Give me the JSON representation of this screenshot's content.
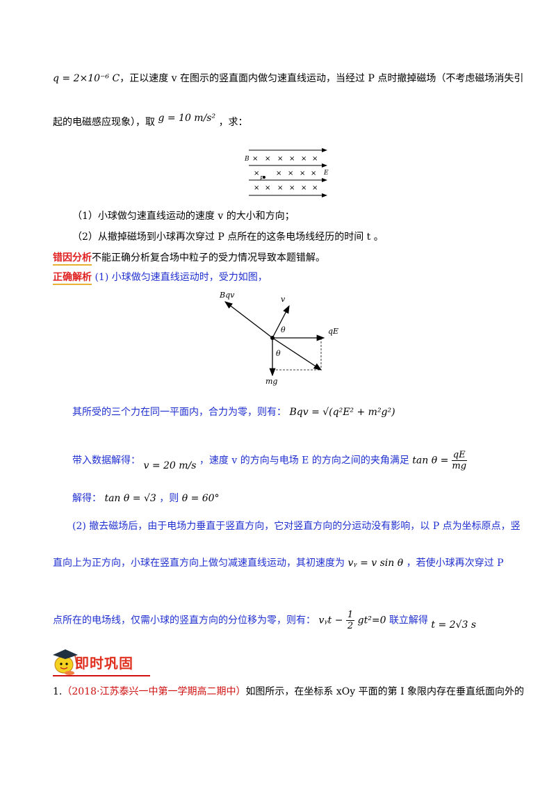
{
  "problem": {
    "line1_formula": "q = 2×10⁻⁶ C",
    "line1_text": "，正以速度 v 在图示的竖直面内做匀速直线运动，当经过 P 点时撤掉磁场（不考虑磁场消失引",
    "line2_text_a": "起的电磁感应现象），取",
    "line2_formula": "g = 10 m/s²",
    "line2_text_b": "，求：",
    "q1": "（1）小球做匀速直线运动的速度 v 的大小和方向；",
    "q2": "（2）从撤掉磁场到小球再次穿过 P 点所在的这条电场线经历的时间 t 。"
  },
  "field_diagram": {
    "label_b": "B",
    "label_e": "E",
    "label_p": "P",
    "cross": "×"
  },
  "error_analysis": {
    "heading": "错因分析",
    "text": "不能正确分析复合场中粒子的受力情况导致本题错解。"
  },
  "correct_solution": {
    "heading": "正确解析",
    "intro": "(1) 小球做匀速直线运动时，受力如图，",
    "force_labels": {
      "bqv": "Bqv",
      "v": "v",
      "qe": "qE",
      "mg": "mg",
      "theta1": "θ",
      "theta2": "θ"
    },
    "s1_text": "其所受的三个力在同一平面内，合力为零，则有：",
    "s1_formula": "Bqv = √(q²E² + m²g²)",
    "s2_text_a": "带入数据解得：",
    "s2_formula_a": "v = 20 m/s",
    "s2_text_b": "，速度 v 的方向与电场 E 的方向之间的夹角满足",
    "s2_tan": "tan θ =",
    "s2_frac_num": "qE",
    "s2_frac_den": "mg",
    "s3_text_a": "解得：",
    "s3_formula_a": "tan θ = √3",
    "s3_text_b": "，则",
    "s3_formula_b": "θ = 60°",
    "s4_line1": "(2) 撤去磁场后，由于电场力垂直于竖直方向，它对竖直方向的分运动没有影响，以 P 点为坐标原点，竖",
    "s4_line2_a": "直向上为正方向，小球在竖直方向上做匀减速直线运动，其初速度为",
    "s4_line2_formula": "vᵧ = v sin θ",
    "s4_line2_b": "，若使小球再次穿过 P",
    "s4_line3_a": "点所在的电场线，仅需小球的竖直方向的分位移为零，则有：",
    "s4_line3_formula_a": "vᵧt −",
    "s4_line3_frac_num": "1",
    "s4_line3_frac_den": "2",
    "s4_line3_formula_b": "gt²=0",
    "s4_line3_b": "联立解得",
    "s4_line3_formula_c": "t = 2√3 s"
  },
  "consolidation": {
    "banner": "即时巩固",
    "item_number": "1.",
    "item_source": "（2018·江苏泰兴一中第一学期高二期中）",
    "item_text": "如图所示，在坐标系 xOy 平面的第 I 象限内存在垂直纸面向外的"
  }
}
